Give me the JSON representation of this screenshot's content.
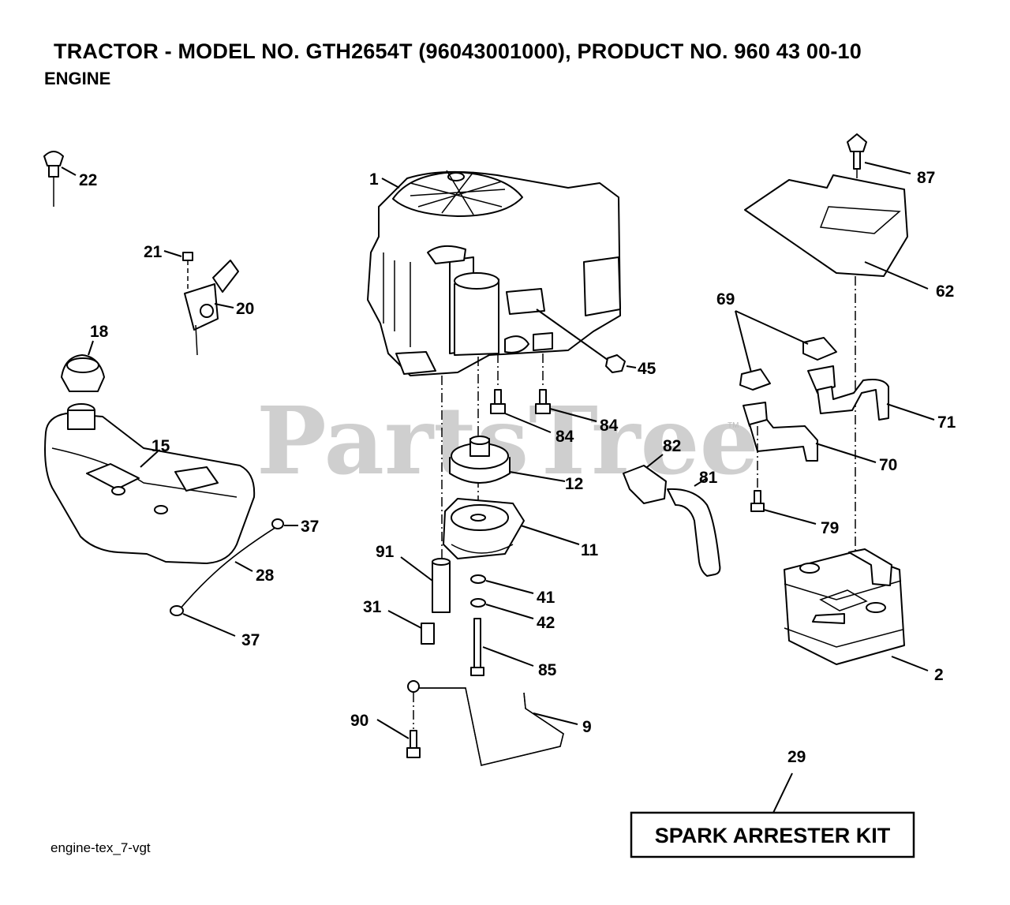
{
  "header": {
    "title": "TRACTOR - MODEL NO. GTH2654T (96043001000), PRODUCT NO. 960 43 00-10",
    "subtitle": "ENGINE"
  },
  "watermark": {
    "text": "PartsTree",
    "mark": "TM"
  },
  "footer": {
    "figure_id": "engine-tex_7-vgt",
    "kit_label": "SPARK ARRESTER KIT",
    "kit_ref": "29"
  },
  "callouts": {
    "c1": "1",
    "c2": "2",
    "c9": "9",
    "c11": "11",
    "c12": "12",
    "c15": "15",
    "c18": "18",
    "c20": "20",
    "c21": "21",
    "c22": "22",
    "c28": "28",
    "c31": "31",
    "c37a": "37",
    "c37b": "37",
    "c41": "41",
    "c42": "42",
    "c45": "45",
    "c62": "62",
    "c69": "69",
    "c70": "70",
    "c71": "71",
    "c79": "79",
    "c81": "81",
    "c82": "82",
    "c84a": "84",
    "c84b": "84",
    "c85": "85",
    "c87": "87",
    "c90": "90",
    "c91": "91"
  }
}
